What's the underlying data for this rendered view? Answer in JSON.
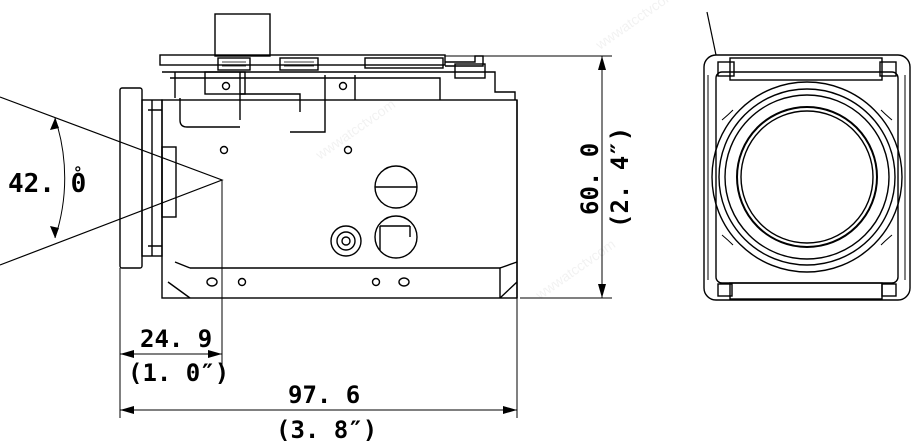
{
  "dimensions": {
    "view_angle": {
      "value": "42. 0",
      "unit": "°"
    },
    "height": {
      "mm": "60. 0",
      "inch": "(2. 4″)"
    },
    "front_depth": {
      "mm": "24. 9",
      "inch": "(1. 0″)"
    },
    "total_length": {
      "mm": "97. 6",
      "inch": "(3. 8″)"
    }
  },
  "watermark": "wwwatcctvcom",
  "colors": {
    "line": "#000000",
    "background": "#ffffff"
  }
}
